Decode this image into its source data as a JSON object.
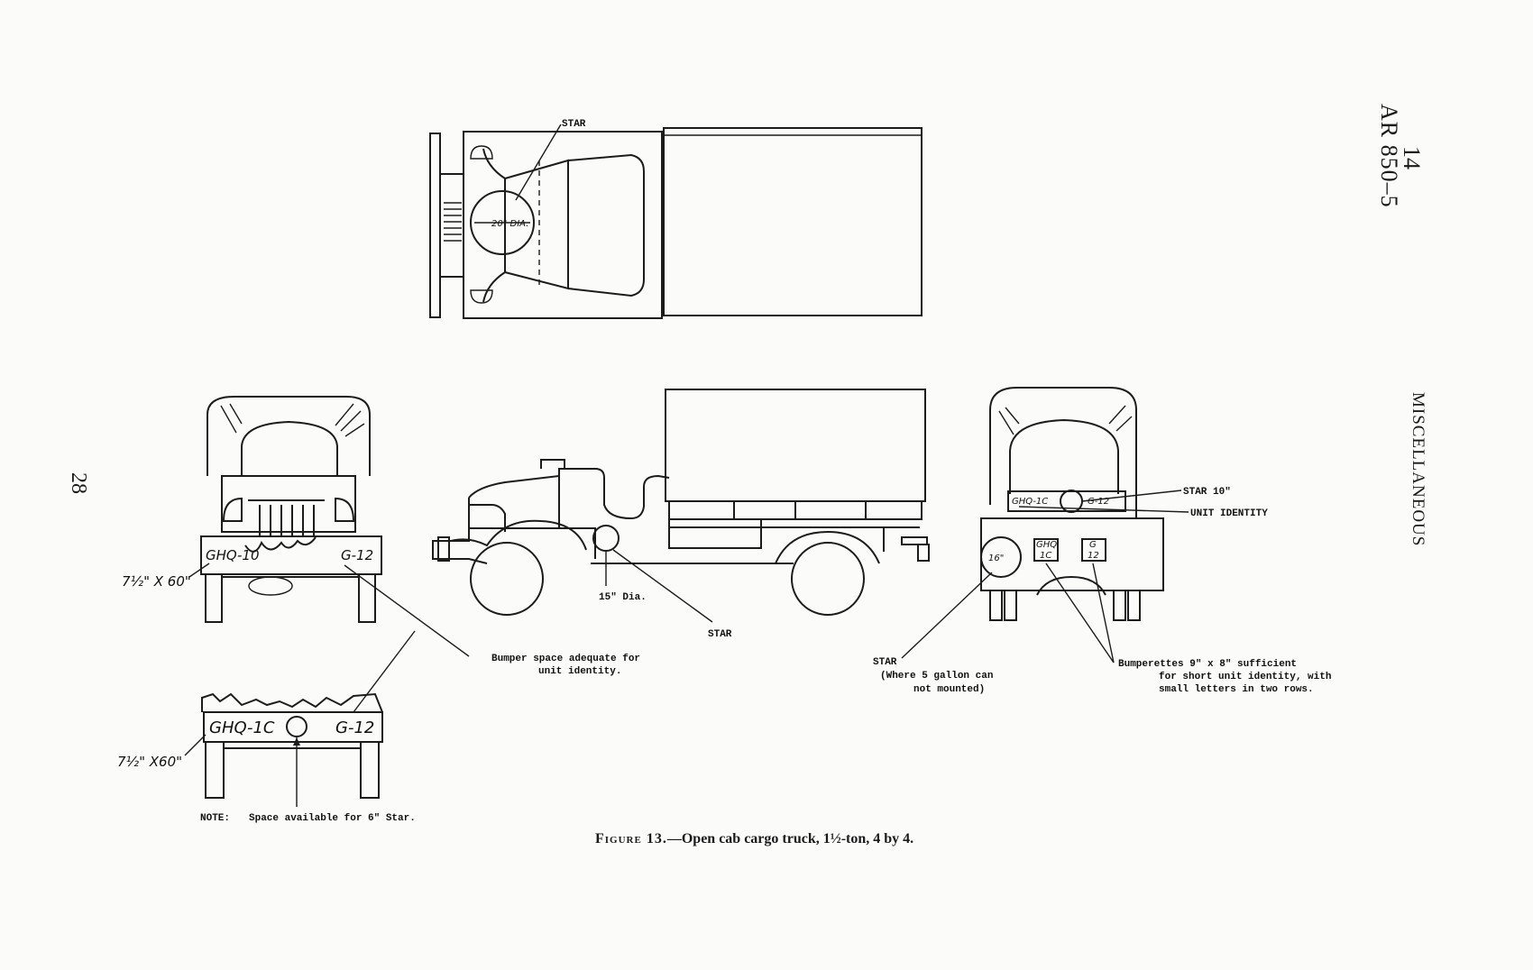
{
  "header": {
    "doc_number": "AR 850–5",
    "doc_sub": "14",
    "section_title": "MISCELLANEOUS",
    "page_number": "28"
  },
  "caption": {
    "figure_label": "Figure 13.",
    "figure_text": "—Open cab cargo truck, 1½-ton, 4 by 4."
  },
  "top_view": {
    "star_label": "STAR",
    "diameter_label": "20\" DIA."
  },
  "front_view": {
    "bumper_left_marking": "GHQ-10",
    "bumper_right_marking": "G-12",
    "bumper_size": "7½\" X 60\""
  },
  "side_view": {
    "star_diameter": "15\" Dia.",
    "star_label": "STAR"
  },
  "rear_view": {
    "tailgate_left": "GHQ-1C",
    "tailgate_right": "G-12",
    "star_10": "STAR 10\"",
    "unit_identity": "UNIT IDENTITY",
    "spare_star": "16\"",
    "bumperette_left_top": "GHQ",
    "bumperette_left_bottom": "1C",
    "bumperette_right_top": "G",
    "bumperette_right_bottom": "12"
  },
  "bumper_detail": {
    "left_marking": "GHQ-1C",
    "right_marking": "G-12",
    "size": "7½\" X60\""
  },
  "notes": {
    "bumper_space": [
      "Bumper space adequate for",
      "unit identity."
    ],
    "rear_star": [
      "STAR",
      "(Where 5 gallon can",
      "not mounted)"
    ],
    "bumperettes": [
      "Bumperettes 9\" x 8\" sufficient",
      "for short unit identity, with",
      "small letters in two rows."
    ],
    "six_inch_star_prefix": "NOTE:",
    "six_inch_star": "Space available for 6\" Star."
  }
}
